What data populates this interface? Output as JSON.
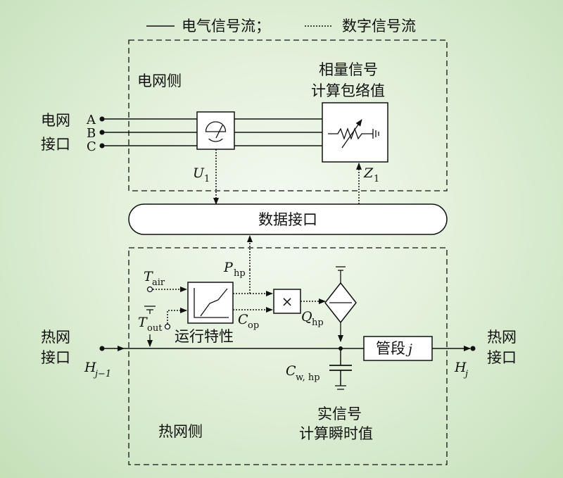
{
  "legend": {
    "electric": "电气信号流；",
    "digital": "数字信号流"
  },
  "grid_side": {
    "title": "电网侧",
    "interface": [
      "电网",
      "接口"
    ],
    "phases": [
      "A",
      "B",
      "C"
    ]
  },
  "phasor_block": {
    "title": [
      "相量信号",
      "计算包络值"
    ]
  },
  "signals": {
    "U": "U",
    "U_sub": "1",
    "Z": "Z",
    "Z_sub": "1"
  },
  "data_interface": "数据接口",
  "heat_side": {
    "title": "热网侧",
    "interface_left": [
      "热网",
      "接口"
    ],
    "interface_right": [
      "热网",
      "接口"
    ],
    "op_char": "运行特性",
    "pipe_segment": "管段",
    "pipe_index": "j",
    "real_signal": [
      "实信号",
      "计算瞬时值"
    ]
  },
  "vars": {
    "P": "P",
    "P_sub": "hp",
    "T_air": "T",
    "T_air_sub": "air",
    "T_out": "T",
    "T_out_sub": "out",
    "C_op": "C",
    "C_op_sub": "op",
    "Q": "Q",
    "Q_sub": "hp",
    "C_w": "C",
    "C_w_sub": "w, hp",
    "H_left": "H",
    "H_left_sub": "j−1",
    "H_right": "H",
    "H_right_sub": "j",
    "multiply": "×"
  },
  "colors": {
    "background": "#d6e9cc",
    "stroke": "#111111"
  }
}
